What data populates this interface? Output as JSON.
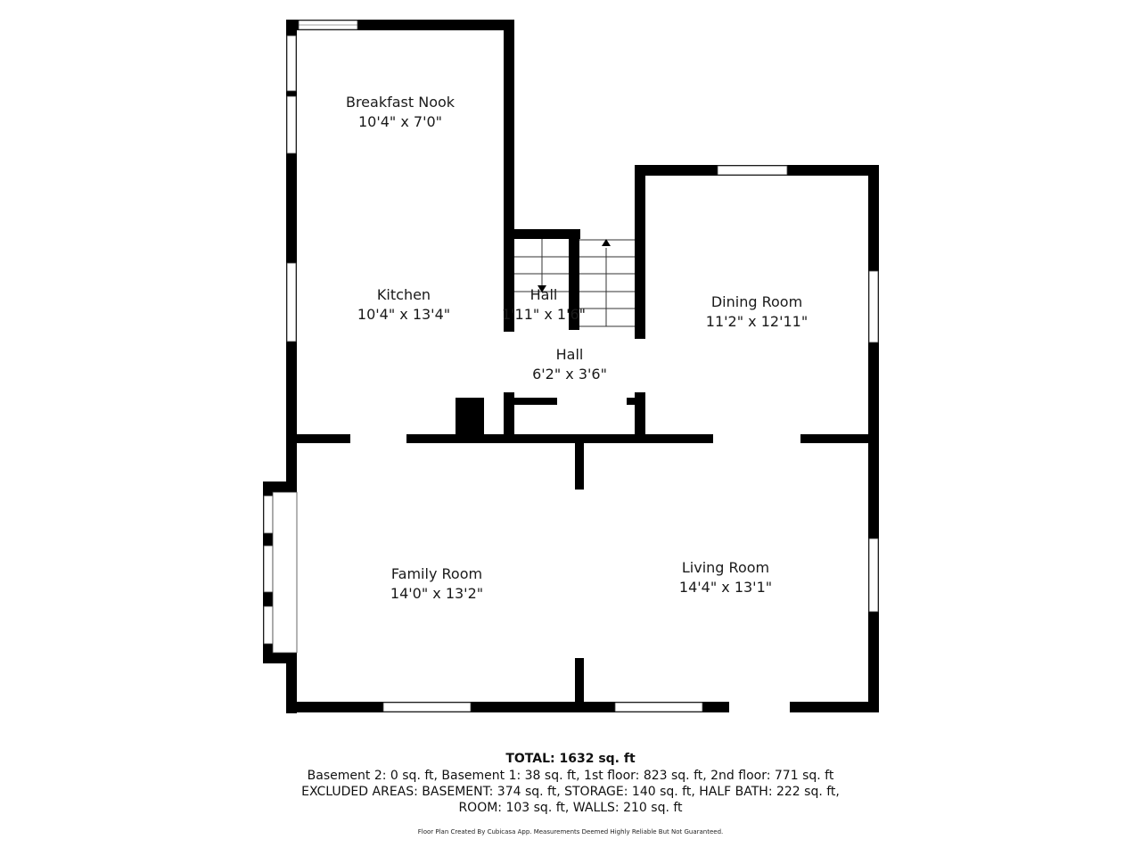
{
  "rooms": [
    {
      "id": "breakfast-nook",
      "name": "Breakfast Nook",
      "dims": "10'4\" x 7'0\""
    },
    {
      "id": "kitchen",
      "name": "Kitchen",
      "dims": "10'4\" x 13'4\""
    },
    {
      "id": "hall-small",
      "name": "Hall",
      "dims": "1'11\" x 1'6\""
    },
    {
      "id": "hall",
      "name": "Hall",
      "dims": "6'2\" x 3'6\""
    },
    {
      "id": "dining-room",
      "name": "Dining Room",
      "dims": "11'2\" x 12'11\""
    },
    {
      "id": "family-room",
      "name": "Family Room",
      "dims": "14'0\" x 13'2\""
    },
    {
      "id": "living-room",
      "name": "Living Room",
      "dims": "14'4\" x 13'1\""
    }
  ],
  "summary": {
    "total": "TOTAL: 1632 sq. ft",
    "floors": "Basement 2: 0 sq. ft, Basement 1: 38 sq. ft, 1st floor: 823 sq. ft, 2nd floor: 771 sq. ft",
    "excluded_1": "EXCLUDED AREAS: BASEMENT: 374 sq. ft, STORAGE: 140 sq. ft, HALF BATH: 222 sq. ft,",
    "excluded_2": "ROOM: 103 sq. ft, WALLS: 210 sq. ft"
  },
  "footer": "Floor Plan Created By Cubicasa App. Measurements Deemed Highly Reliable But Not Guaranteed."
}
